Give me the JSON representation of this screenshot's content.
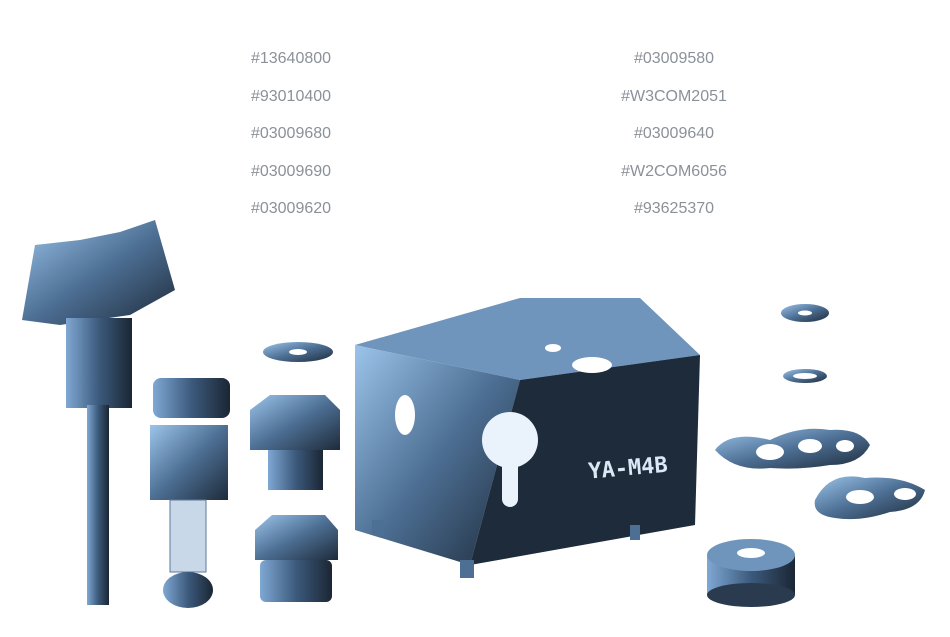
{
  "part_numbers": {
    "left": [
      "#13640800",
      "#93010400",
      "#03009680",
      "#03009690",
      "#03009620"
    ],
    "right": [
      "#03009580",
      "#W3COM2051",
      "#03009640",
      "#W2COM6056",
      "#93625370"
    ]
  },
  "block_stamp": "YA-M4B",
  "colors": {
    "text": "#8b9199",
    "dark": "#1e2b3a",
    "mid": "#4d6f94",
    "light": "#a9cdf0"
  }
}
